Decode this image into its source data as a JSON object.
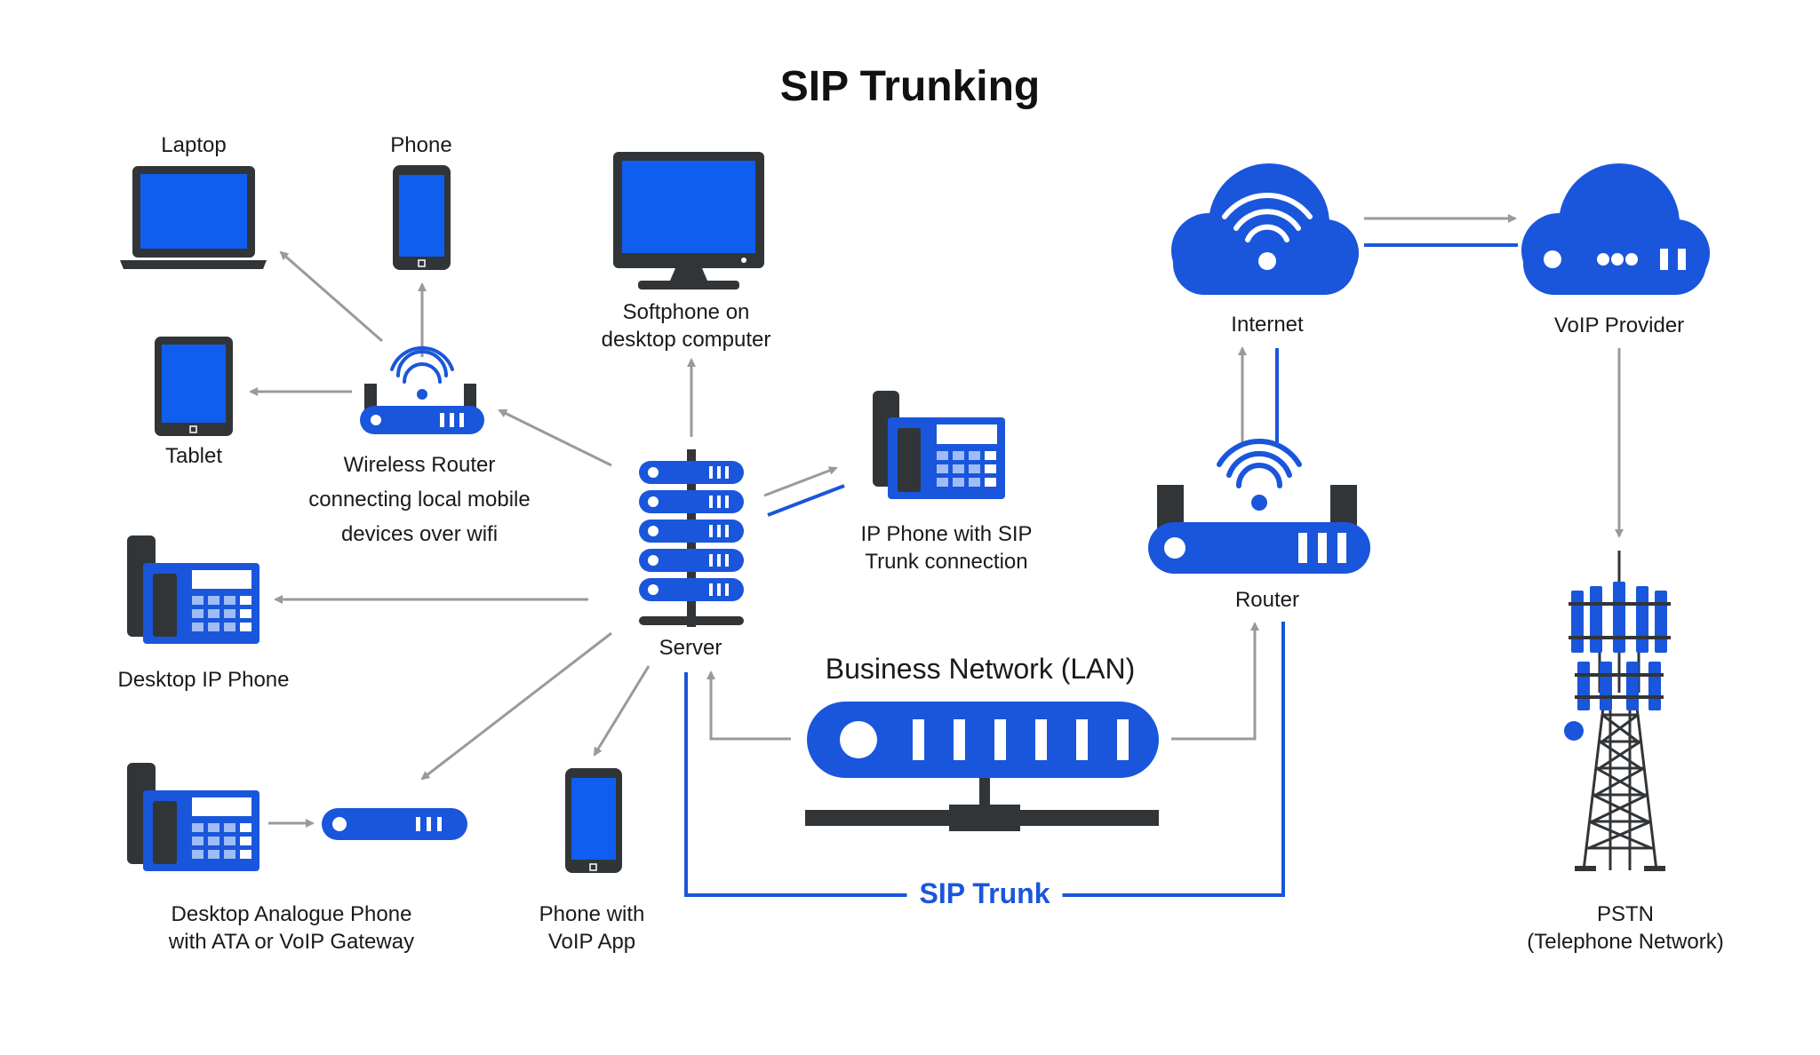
{
  "title": "SIP Trunking",
  "colors": {
    "blue": "#1a56db",
    "screen": "#0f5ef0",
    "dark": "#323538",
    "arrow": "#9a9a9a"
  },
  "labels": {
    "laptop": "Laptop",
    "phone": "Phone",
    "tablet": "Tablet",
    "wireless_router": [
      "Wireless Router",
      "connecting local mobile",
      "devices over wifi"
    ],
    "softphone": [
      "Softphone on",
      "desktop computer"
    ],
    "ip_phone": [
      "IP Phone with SIP",
      "Trunk connection"
    ],
    "server": "Server",
    "desktop_ip_phone": "Desktop IP Phone",
    "analogue_phone": [
      "Desktop Analogue Phone",
      "with ATA or VoIP Gateway"
    ],
    "voip_app_phone": [
      "Phone with",
      "VoIP App"
    ],
    "lan": "Business Network (LAN)",
    "sip_trunk": "SIP Trunk",
    "internet": "Internet",
    "voip_provider": "VoIP Provider",
    "router": "Router",
    "pstn": [
      "PSTN",
      "(Telephone Network)"
    ]
  }
}
